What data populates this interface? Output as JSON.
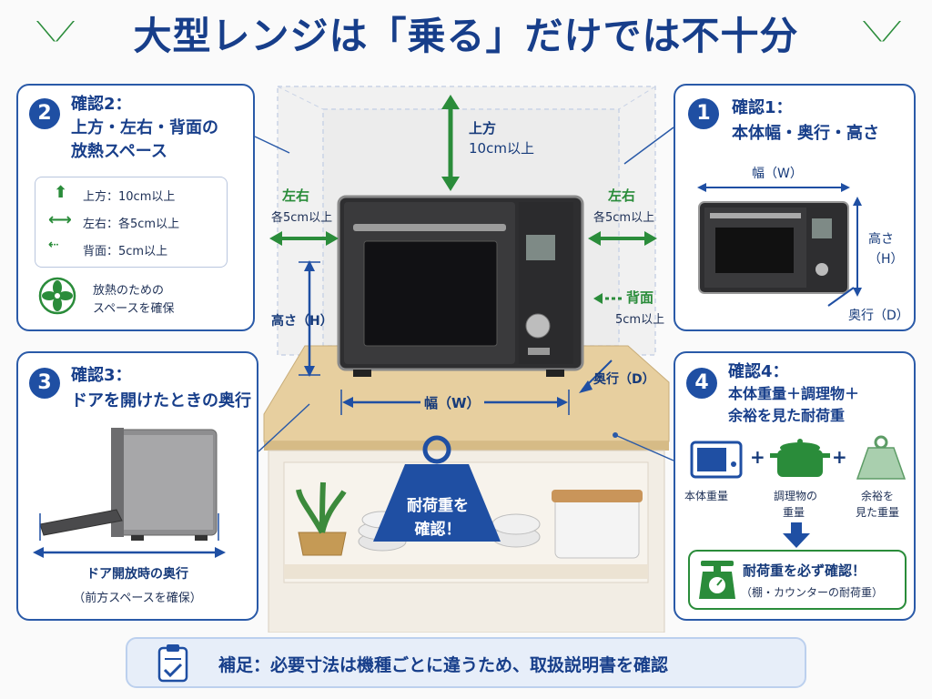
{
  "title": "大型レンジは「乗る」だけでは不十分",
  "check1": {
    "number": "1",
    "title_line1": "確認1：",
    "title_line2": "本体幅・奥行・高さ",
    "width_label": "幅（W）",
    "height_label_1": "高さ",
    "height_label_2": "（H）",
    "depth_label": "奥行（D）"
  },
  "check2": {
    "number": "2",
    "title_line1": "確認2：",
    "title_line2": "上方・左右・背面の",
    "title_line3": "放熱スペース",
    "legend": [
      {
        "icon": "arrow-up-icon",
        "text": "上方：10cm以上"
      },
      {
        "icon": "arrow-left-right-icon",
        "text": "左右：各5cm以上"
      },
      {
        "icon": "arrow-dashed-left-icon",
        "text": "背面：5cm以上"
      }
    ],
    "fan_text_1": "放熱のための",
    "fan_text_2": "スペースを確保"
  },
  "check3": {
    "number": "3",
    "title_line1": "確認3：",
    "title_line2": "ドアを開けたときの奥行",
    "caption_1": "ドア開放時の奥行",
    "caption_2": "（前方スペースを確保）"
  },
  "check4": {
    "number": "4",
    "title_line1": "確認4：",
    "title_line2": "本体重量＋調理物＋",
    "title_line3": "余裕を見た耐荷重",
    "item1": "本体重量",
    "item2_1": "調理物の",
    "item2_2": "重量",
    "item3_1": "余裕を",
    "item3_2": "見た重量",
    "plus": "+",
    "result_1": "耐荷重を必ず確認！",
    "result_2": "（棚・カウンターの耐荷重）"
  },
  "center": {
    "top_label_1": "上方",
    "top_label_2": "10cm以上",
    "left_label_1": "左右",
    "left_label_2": "各5cm以上",
    "right_label_1": "左右",
    "right_label_2": "各5cm以上",
    "back_label_1": "背面",
    "back_label_2": "5cm以上",
    "height_label": "高さ（H）",
    "width_label": "幅（W）",
    "depth_label": "奥行（D）",
    "badge_1": "耐荷重を",
    "badge_2": "確認！"
  },
  "note": "補足：必要寸法は機種ごとに違うため、取扱説明書を確認",
  "colors": {
    "primary": "#1f4fa3",
    "green": "#2a8c3a",
    "wood": "#e7cf9f"
  }
}
